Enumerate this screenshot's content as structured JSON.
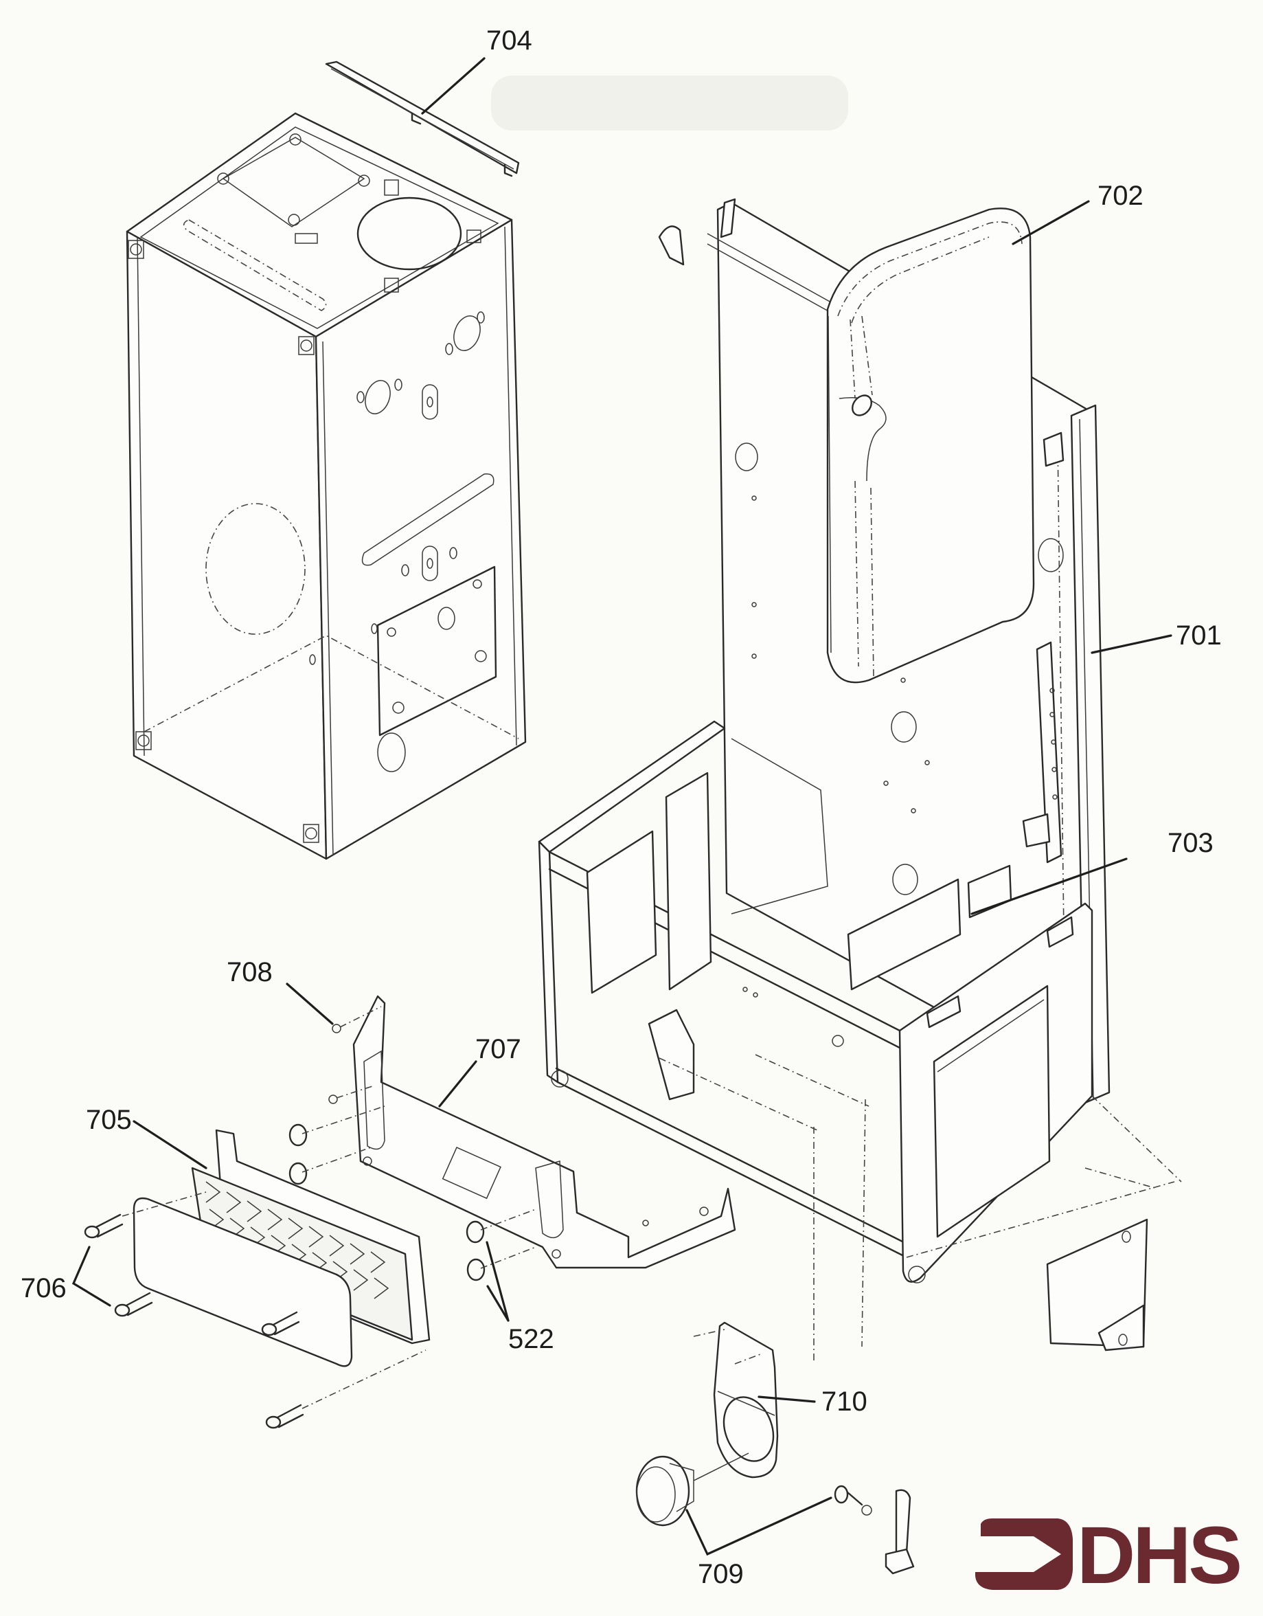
{
  "title": "Exploded parts diagram — boiler casing and chassis",
  "part_labels": [
    {
      "id": "p704",
      "text": "704",
      "part": "top-rail"
    },
    {
      "id": "p702",
      "text": "702",
      "part": "expansion-vessel"
    },
    {
      "id": "p701",
      "text": "701",
      "part": "chassis-back-panel"
    },
    {
      "id": "p703",
      "text": "703",
      "part": "bracket"
    },
    {
      "id": "p708",
      "text": "708",
      "part": "screw"
    },
    {
      "id": "p707",
      "text": "707",
      "part": "mounting-plate"
    },
    {
      "id": "p705",
      "text": "705",
      "part": "plate-heat-exchanger"
    },
    {
      "id": "p706",
      "text": "706",
      "part": "heat-exchanger-screws"
    },
    {
      "id": "p522",
      "text": "522",
      "part": "o-rings"
    },
    {
      "id": "p710",
      "text": "710",
      "part": "gauge-bracket"
    },
    {
      "id": "p709",
      "text": "709",
      "part": "pressure-gauge"
    }
  ],
  "logo": {
    "text": "DHS",
    "color": "#6b2a30"
  }
}
